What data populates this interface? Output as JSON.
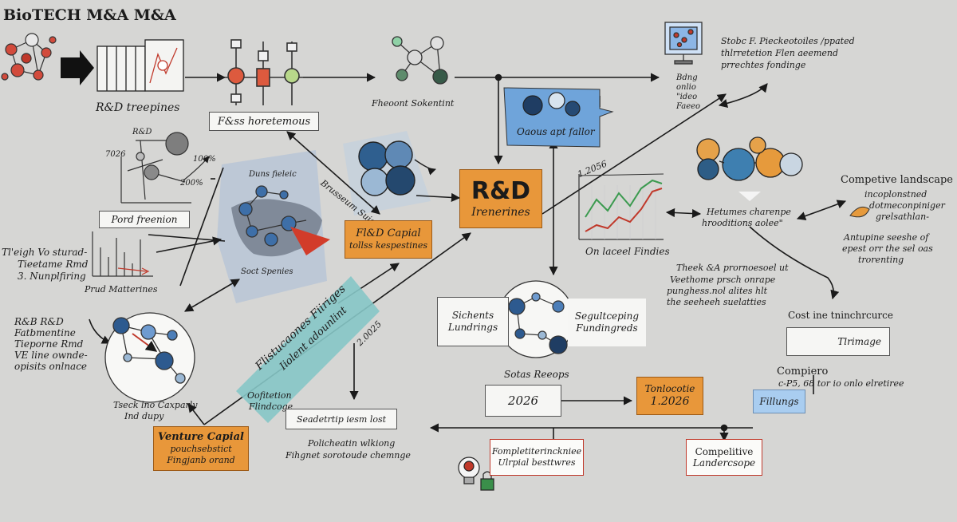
{
  "title": "BioTECH M&A M&A",
  "colors": {
    "orange": "#e8973a",
    "blue": "#2f5f8f",
    "red": "#c0392b",
    "teal": "#6fb3b5",
    "lightblue": "#9cc4ea",
    "line": "#1a1a1a"
  },
  "labels": {
    "rd_treepines": "R&D treepines",
    "fass_box": "F&ss horetemous",
    "fheoont": "Fheoont Sokentint",
    "pord_freenion": "Pord freenion",
    "rd_small": "R&D",
    "pct_1": "7026",
    "pct_2": "100%",
    "pct_3": "200%",
    "dune": "Duns fieleic",
    "soct": "Soct Spenies",
    "tleigh_1": "Tl'eigh Vo sturad-",
    "tleigh_2": "Tieetame Rmd",
    "tleigh_3": "3. Nunplfiring",
    "prod_mat": "Prud Matterines",
    "rb_1": "R&B R&D",
    "rb_2": "Fatbmentine",
    "rb_3": "Tieporne Rmd",
    "rb_4": "VE line ownde-",
    "rb_5": "opisits onlnace",
    "tsek_1": "Tseck lno Caxparly",
    "tsek_2": "Ind dupy",
    "venture_1": "Venture Capial",
    "venture_2": "pouchsebstict",
    "venture_3": "Fingjanb orand",
    "brusseum": "Brusseum Suiee",
    "rd_capial_1": "Fl&D Capial",
    "rd_capial_2": "tollss kespestines",
    "teal_1": "Flistucaones Fiiriges",
    "teal_2": "Iiolent adounlint",
    "teal_3": "Oofitetion",
    "teal_4": "Flindcoge",
    "year_2025": "2.0025",
    "rd_center_1": "R&D",
    "rd_center_2": "Irenerines",
    "oaous": "Oaous apt fallor",
    "year_2056": "1.2056",
    "on_laceel": "On laceel Findies",
    "stobc_1": "Stobc F. Pieckeotoiles /ppated",
    "stobc_2": "thlrretetion Flen aeemend",
    "stobc_3": "prrechtes fondinge",
    "btng_1": "Bdng",
    "btng_2": "onlio",
    "btng_3": "\"ideo",
    "btng_4": "Faeeo",
    "competive_title": "Competive landscape",
    "competive_2": "incoplonstned",
    "competive_3": "dotmeconpiniger",
    "competive_4": "grelsathlan-",
    "hetumes_1": "Hetumes charenpe",
    "hetumes_2": "hrooditions aolee\"",
    "antupine_1": "Antupine seeshe of",
    "antupine_2": "epest orr the sel oas",
    "antupine_3": "trorenting",
    "theek_1": "Theek &A prornoesoel ut",
    "theek_2": "Veethome prsch onrape",
    "theek_3": "punghess.nol alites hlt",
    "theek_4": "the seeheeh suelatties",
    "sichents_1": "Sichents",
    "sichents_2": "Lundrings",
    "segultep_1": "Segultceping",
    "segultep_2": "Fundingreds",
    "sotas": "Sotas Reeops",
    "year_2026": "2026",
    "tonlocotie_1": "Tonlocotie",
    "tonlocotie_2": "1.2026",
    "coot_1": "Cost ine tninchrcurce",
    "triimage": "Tlrimage",
    "compiero_1": "Compiero",
    "compiero_2": "c-P5, 68 tor io onlo elretiree",
    "fillungs": "Fillungs",
    "seadetrip": "Seadetrtip iesm lost",
    "policheatin_1": "Policheatin wlkiong",
    "policheatin_2": "Fihgnet sorotoude chemnge",
    "competive_box_1": "Compelitive",
    "competive_box_2": "Landercsope",
    "fompet_1": "Fompletiterinckniee",
    "fompet_2": "Ulrpial besttwres"
  }
}
